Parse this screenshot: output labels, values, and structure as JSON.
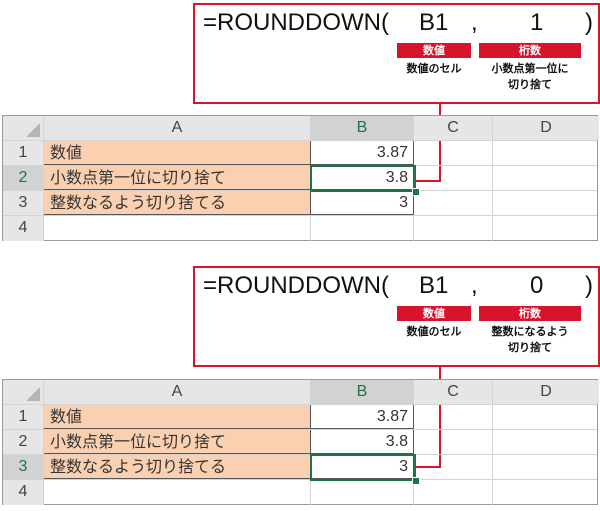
{
  "examples": [
    {
      "formula": {
        "fn": "=ROUNDDOWN(",
        "arg1": "B1",
        "comma": ",",
        "arg2": "1",
        "close": ")"
      },
      "tags": {
        "arg1": "数値",
        "arg2": "桁数"
      },
      "desc": {
        "arg1": "数値のセル",
        "arg2_line1": "小数点第一位に",
        "arg2_line2": "切り捨て"
      },
      "sheet": {
        "columns": [
          "A",
          "B",
          "C",
          "D"
        ],
        "rows": [
          {
            "num": "1",
            "a": "数値",
            "b": "3.87"
          },
          {
            "num": "2",
            "a": "小数点第一位に切り捨て",
            "b": "3.8"
          },
          {
            "num": "3",
            "a": "整数なるよう切り捨てる",
            "b": "3"
          },
          {
            "num": "4",
            "a": "",
            "b": ""
          }
        ],
        "selected_cell": "B2"
      }
    },
    {
      "formula": {
        "fn": "=ROUNDDOWN(",
        "arg1": "B1",
        "comma": ",",
        "arg2": "0",
        "close": ")"
      },
      "tags": {
        "arg1": "数値",
        "arg2": "桁数"
      },
      "desc": {
        "arg1": "数値のセル",
        "arg2_line1": "整数になるよう",
        "arg2_line2": "切り捨て"
      },
      "sheet": {
        "columns": [
          "A",
          "B",
          "C",
          "D"
        ],
        "rows": [
          {
            "num": "1",
            "a": "数値",
            "b": "3.87"
          },
          {
            "num": "2",
            "a": "小数点第一位に切り捨て",
            "b": "3.8"
          },
          {
            "num": "3",
            "a": "整数なるよう切り捨てる",
            "b": "3"
          },
          {
            "num": "4",
            "a": "",
            "b": ""
          }
        ],
        "selected_cell": "B3"
      }
    }
  ],
  "colors": {
    "accent_red": "#d7142c",
    "excel_green": "#217346",
    "cell_fill": "#fbd0b0"
  }
}
